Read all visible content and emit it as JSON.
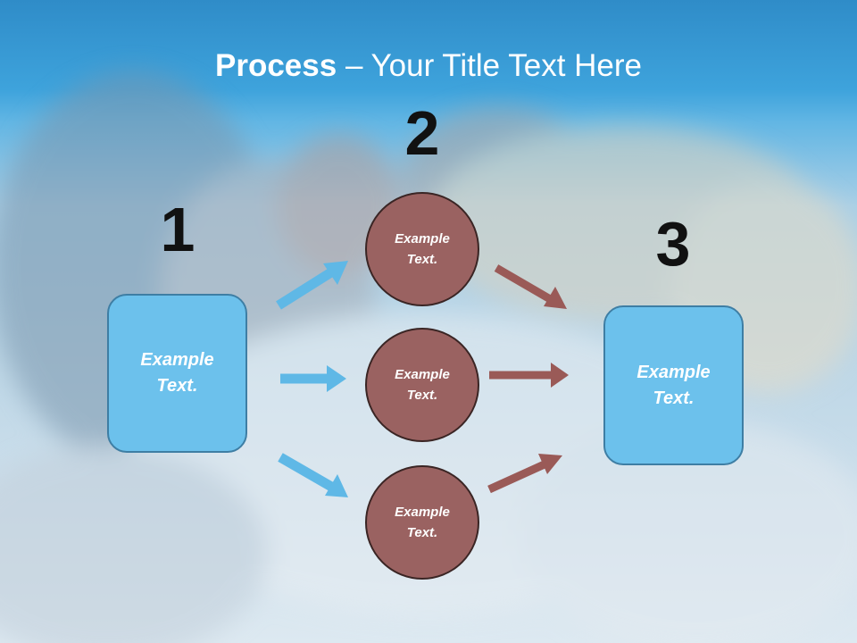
{
  "slide": {
    "title_bold": "Process",
    "title_rest": " – Your Title Text Here"
  },
  "steps": {
    "one": "1",
    "two": "2",
    "three": "3"
  },
  "nodes": {
    "left_box": {
      "line1": "Example",
      "line2": "Text."
    },
    "circle_top": {
      "line1": "Example",
      "line2": "Text."
    },
    "circle_mid": {
      "line1": "Example",
      "line2": "Text."
    },
    "circle_bot": {
      "line1": "Example",
      "line2": "Text."
    },
    "right_box": {
      "line1": "Example",
      "line2": "Text."
    }
  },
  "colors": {
    "header_blue": "#3ea3dc",
    "box_fill": "#6cc1ec",
    "circle_fill": "#9a6261",
    "blue_arrow": "#5fb8e6",
    "brown_arrow": "#9a5a57"
  }
}
